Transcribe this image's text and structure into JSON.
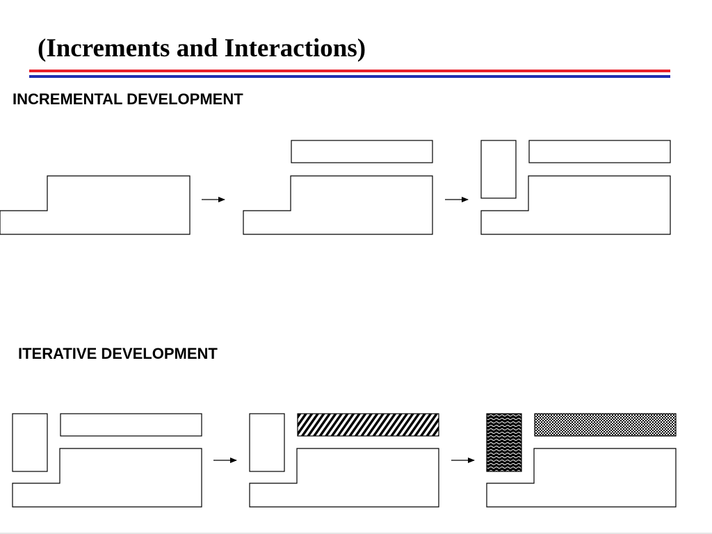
{
  "title": "(Increments and Interactions)",
  "colors": {
    "rule_top": "#e8202a",
    "rule_bottom": "#1f2fb0",
    "stroke": "#000000"
  },
  "sections": [
    {
      "label": "INCREMENTAL DEVELOPMENT",
      "stages": 3,
      "stage_pieces": [
        [
          "base"
        ],
        [
          "base",
          "top-bar"
        ],
        [
          "base",
          "top-bar",
          "side-block"
        ]
      ]
    },
    {
      "label": "ITERATIVE DEVELOPMENT",
      "stages": 3,
      "stage_pieces": [
        [
          "base",
          "top-bar",
          "side-block"
        ],
        [
          "base",
          "top-bar",
          "side-block"
        ],
        [
          "base",
          "top-bar",
          "side-block"
        ]
      ],
      "fills": [
        [
          "none",
          "none",
          "none"
        ],
        [
          "none",
          "diagonal-hatch",
          "none"
        ],
        [
          "none",
          "checker",
          "wavy"
        ]
      ]
    }
  ]
}
